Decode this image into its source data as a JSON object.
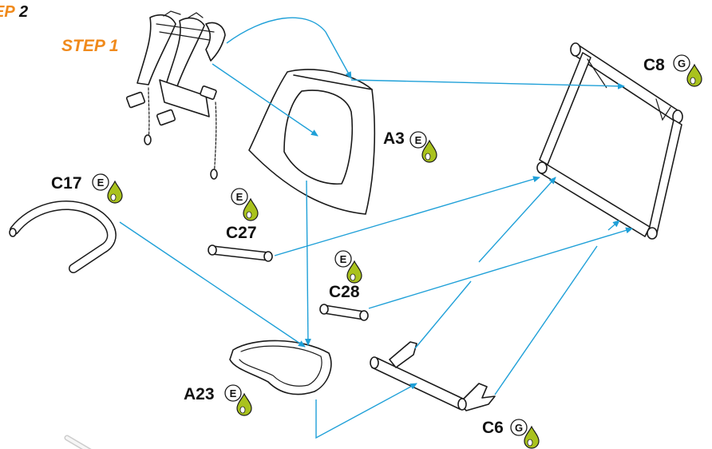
{
  "colors": {
    "arrow": "#1fa0d8",
    "step_accent": "#f08a1c",
    "drop_fill": "#a9c21d",
    "outline": "#1a1a1a"
  },
  "header": {
    "prev_step_fragment": "EP",
    "prev_step_number": "2",
    "current_step": "STEP 1"
  },
  "parts": [
    {
      "id": "A3",
      "label": "A3",
      "grease_code": "E",
      "icon": "grease-drop-icon"
    },
    {
      "id": "C8",
      "label": "C8",
      "grease_code": "G",
      "icon": "grease-drop-icon"
    },
    {
      "id": "C17",
      "label": "C17",
      "grease_code": "E",
      "icon": "grease-drop-icon"
    },
    {
      "id": "C27",
      "label": "C27",
      "grease_code": "E",
      "icon": "grease-drop-icon"
    },
    {
      "id": "C28",
      "label": "C28",
      "grease_code": "E",
      "icon": "grease-drop-icon"
    },
    {
      "id": "A23",
      "label": "A23",
      "grease_code": "E",
      "icon": "grease-drop-icon"
    },
    {
      "id": "C6",
      "label": "C6",
      "grease_code": "G",
      "icon": "grease-drop-icon"
    }
  ]
}
